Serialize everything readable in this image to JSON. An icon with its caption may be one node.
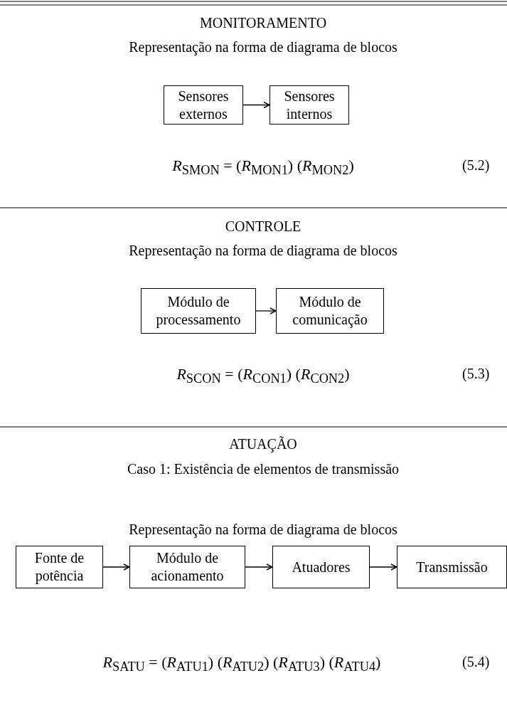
{
  "diagram": {
    "nodes": [
      {
        "text": [
          "Sensores externos"
        ]
      },
      {
        "text": [
          "Sensores internos"
        ]
      },
      {
        "text": [
          "Módulo de processamento"
        ]
      },
      {
        "text": [
          "Módulo de comunicação"
        ]
      },
      {
        "text": [
          "Fonte de potência"
        ]
      },
      {
        "text": [
          "Módulo de acionamento"
        ]
      },
      {
        "text": [
          "Atuadores"
        ]
      },
      {
        "text": [
          "Transmissão"
        ]
      }
    ],
    "edges": [
      {
        "from": 0,
        "to": 1,
        "arrow": "to"
      },
      {
        "from": 2,
        "to": 3,
        "arrow": "to"
      },
      {
        "from": 4,
        "to": 5,
        "arrow": "to"
      },
      {
        "from": 5,
        "to": 6,
        "arrow": "to"
      },
      {
        "from": 6,
        "to": 7,
        "arrow": "to"
      }
    ],
    "labels": [
      "MONITORAMENTO",
      "Representação na forma de diagrama de blocos",
      "*R*$_{SMON}$ = (*R*$_{MON1}$) (*R*$_{MON2}$)",
      "(5.2)",
      "CONTROLE",
      "Representação na forma de diagrama de blocos",
      "*R*$_{SCON}$ = (*R*$_{CON1}$) (*R*$_{CON2}$)",
      "(5.3)",
      "ATUAÇÃO",
      "Caso 1: Existência de elementos de transmissão",
      "Representação na forma de diagrama de blocos",
      "*R*$_{SATU}$ = (*R*$_{ATU1}$) (*R*$_{ATU2}$) (*R*$_{ATU3}$) (*R*$_{ATU4}$)",
      "(5.4)"
    ]
  }
}
